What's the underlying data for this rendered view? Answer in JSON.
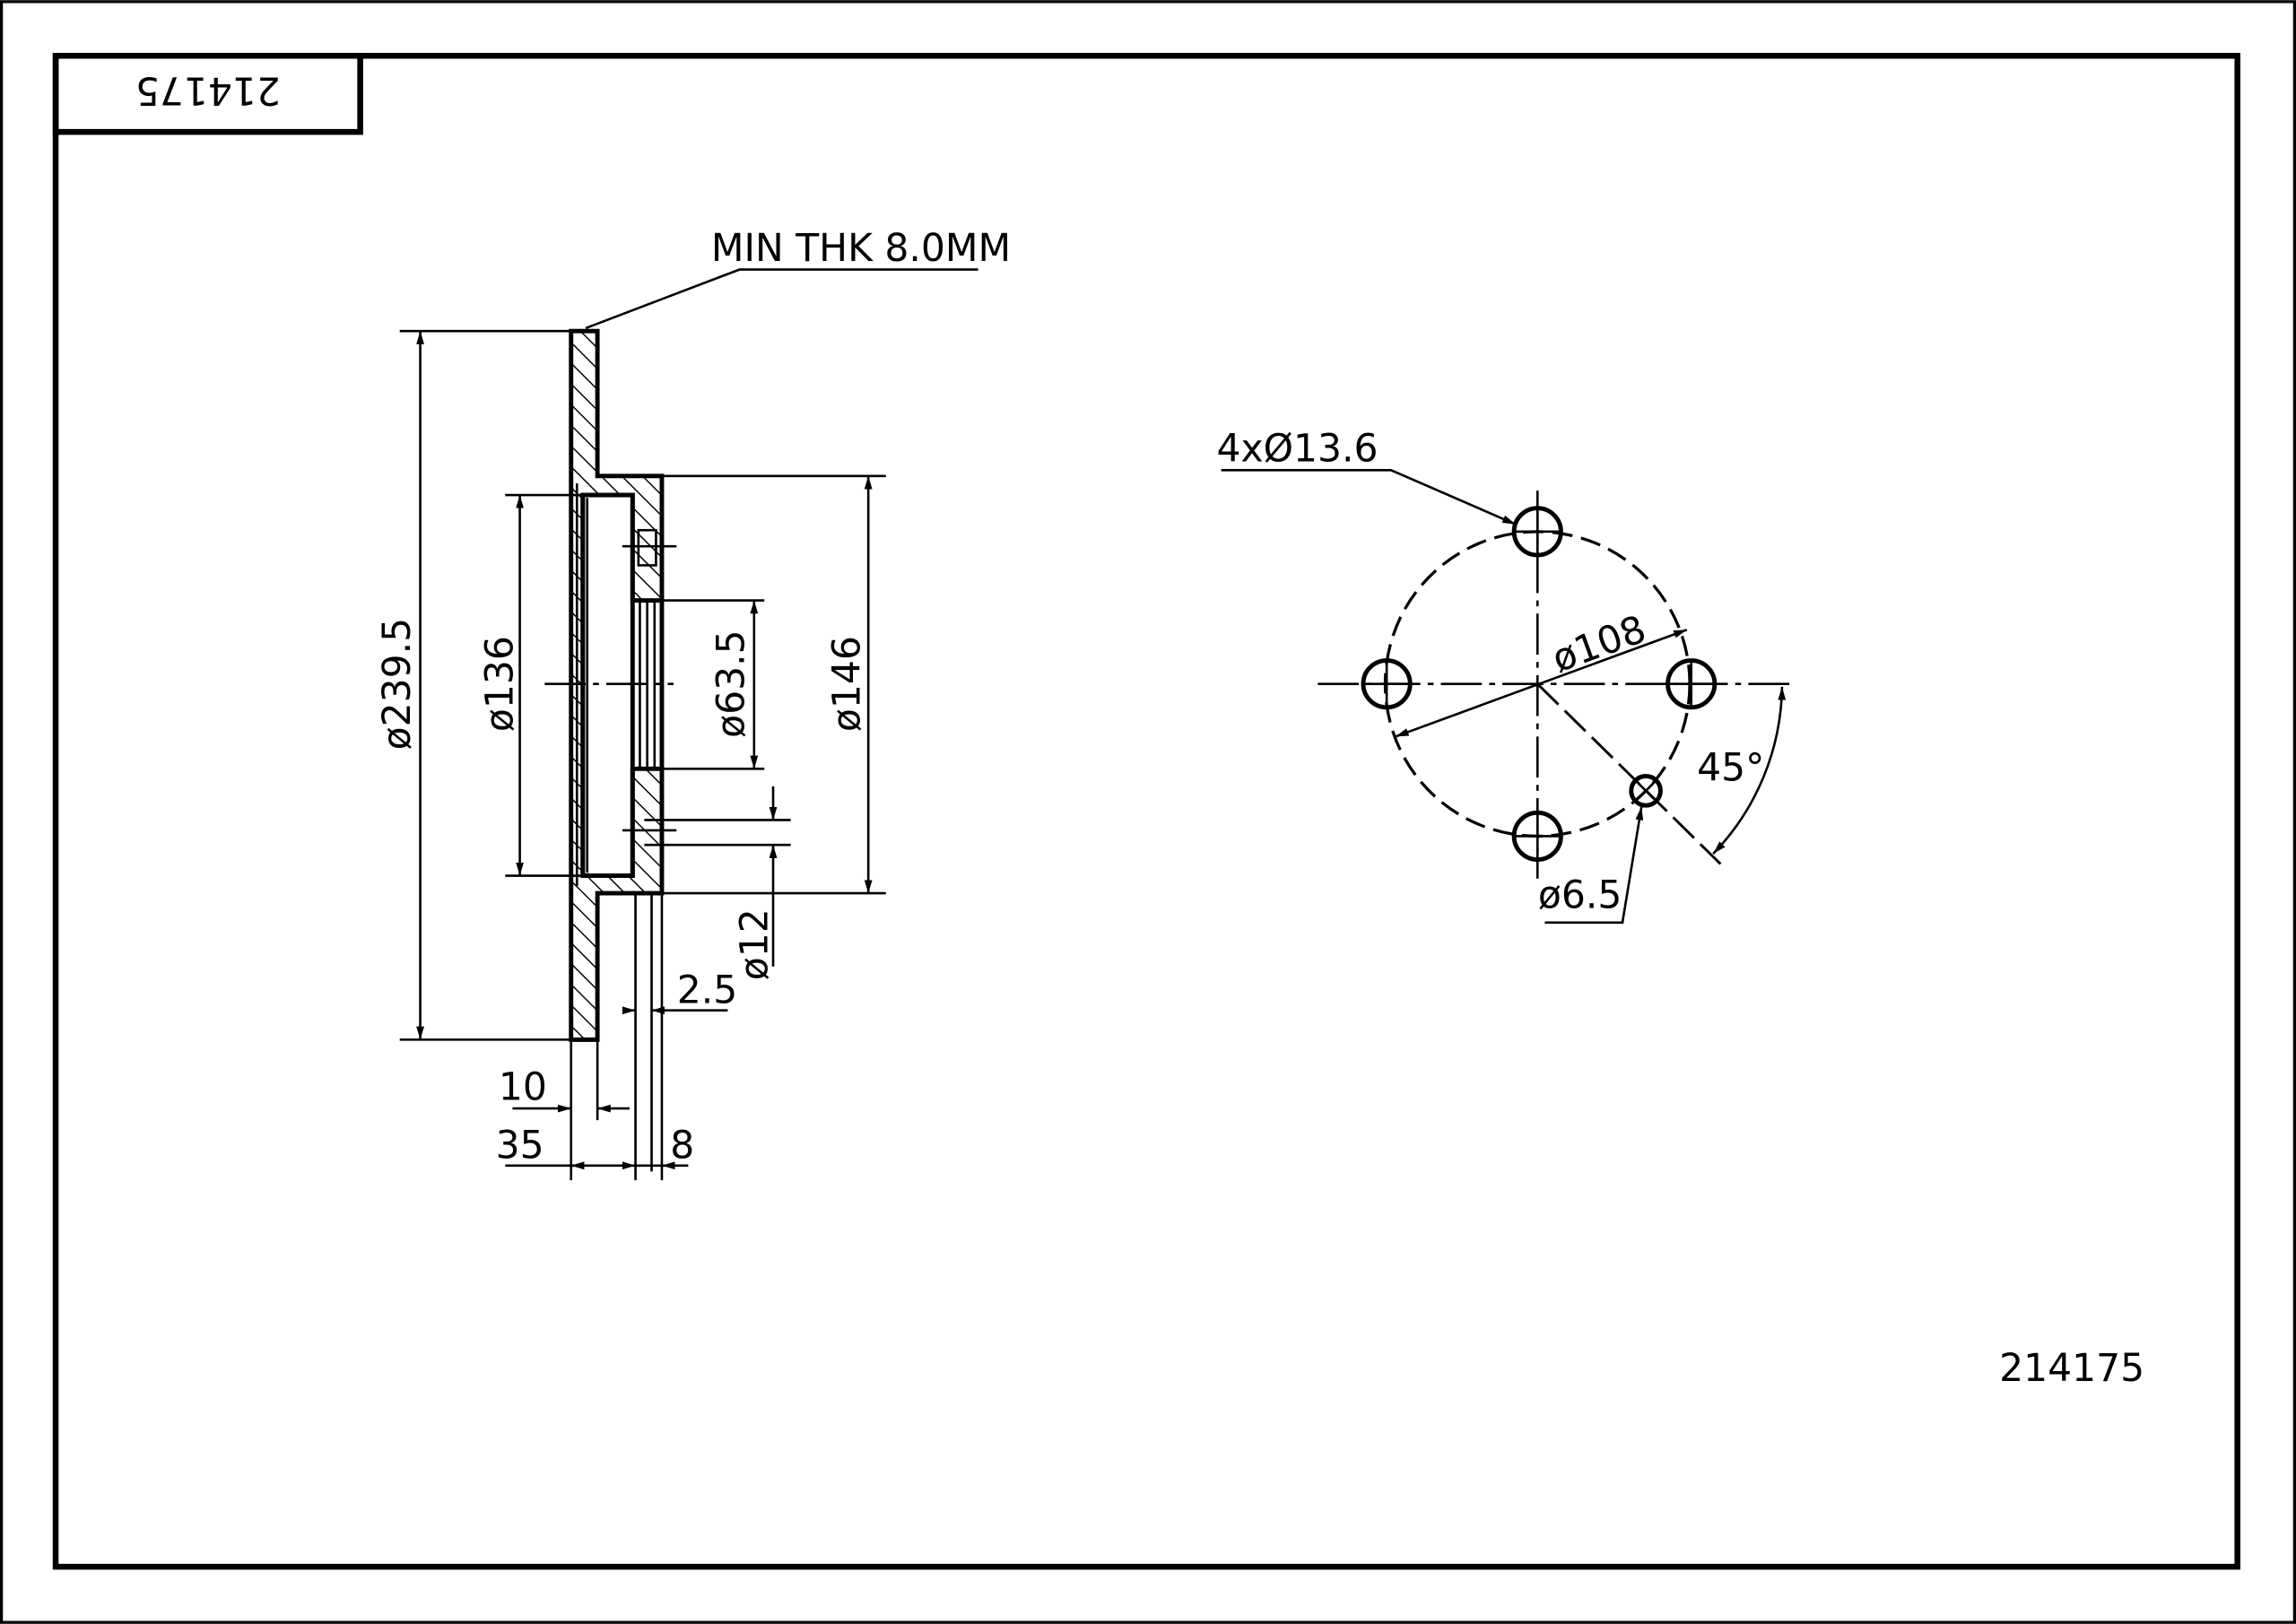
{
  "drawing": {
    "part_number": "214175",
    "part_number_title_block": "214175",
    "section_view": {
      "min_thickness_note": "MIN THK 8.0MM",
      "dims": {
        "outer_diameter": "ø239.5",
        "hat_inner_diameter": "ø136",
        "center_bore": "ø63.5",
        "hat_outer_diameter": "ø146",
        "hole_diameter": "ø12",
        "offset_small": "2.5",
        "disc_thickness": "10",
        "total_height": "35",
        "hub_thickness": "8"
      }
    },
    "face_view": {
      "bolt_holes": "4xØ13.6",
      "pitch_circle": "ø108",
      "small_hole": "ø6.5",
      "angle": "45°"
    },
    "colors": {
      "line": "#000000",
      "background": "#ffffff"
    }
  }
}
